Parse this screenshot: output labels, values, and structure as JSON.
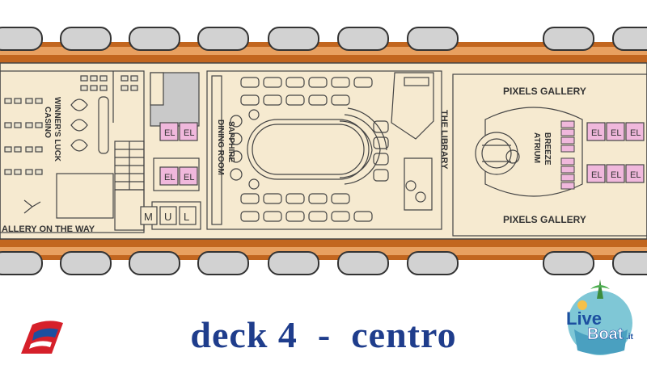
{
  "map": {
    "caption_deck": "deck 4",
    "caption_sep": "  -  ",
    "caption_zone": "centro",
    "labels": {
      "casino": [
        "WINNER'S LUCK",
        "CASINO"
      ],
      "gallery_way": "ALLERY ON THE WAY",
      "dining": [
        "SAPPHIRE",
        "DINING ROOM"
      ],
      "library": "THE LIBRARY",
      "gallery_top": "PIXELS GALLERY",
      "gallery_bottom": "PIXELS GALLERY",
      "atrium": [
        "BREEZE",
        "ATRIUM"
      ],
      "restroom_m": "M",
      "restroom_u": "U",
      "restroom_l": "L",
      "elevator": "EL"
    },
    "logo_text": {
      "live": "Live",
      "boat": "Boat",
      "tld": ".it"
    }
  },
  "colors": {
    "hull": "#c2661f",
    "deck": "#f6ead0",
    "stripe": "#e8a060",
    "lifeboat": "#d2d2d2",
    "elevator_pink": "#f0b8dc",
    "caption": "#1f3d8c",
    "carnival_red": "#d6202a",
    "carnival_blue": "#1c4fa0"
  }
}
